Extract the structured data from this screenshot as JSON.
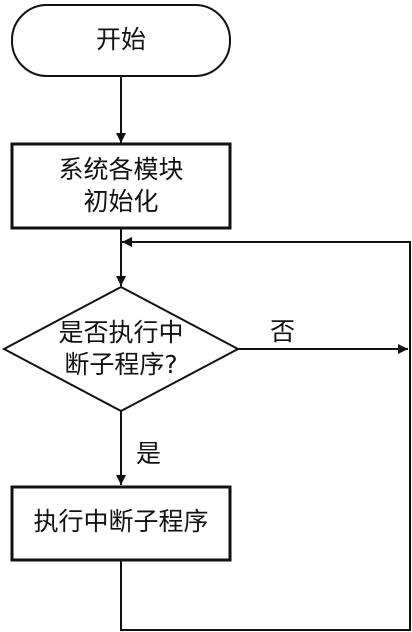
{
  "flowchart": {
    "start": "开始",
    "init": [
      "系统各模块",
      "初始化"
    ],
    "decision": [
      "是否执行中",
      "断子程序?"
    ],
    "edge_no": "否",
    "edge_yes": "是",
    "process": "执行中断子程序"
  }
}
